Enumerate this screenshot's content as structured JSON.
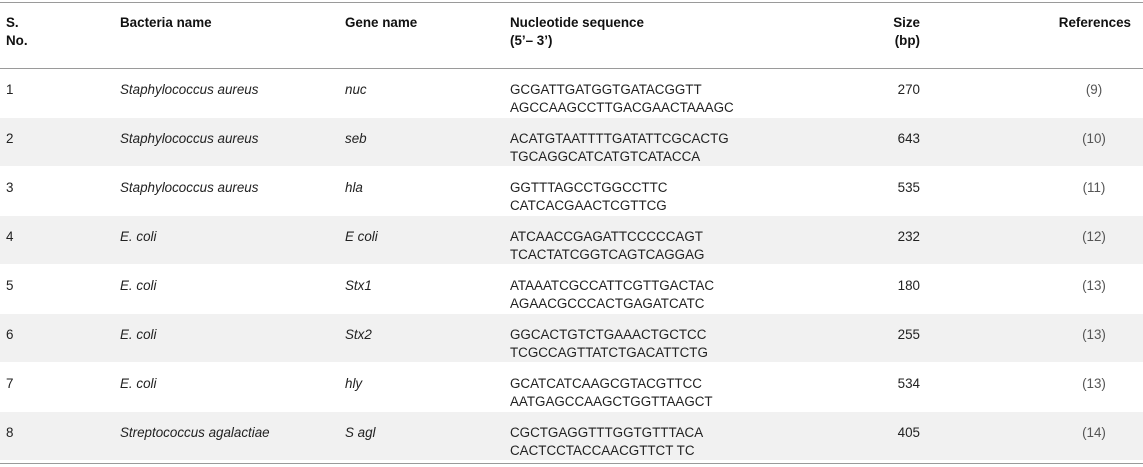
{
  "header": {
    "no_line1": "S.",
    "no_line2": "No.",
    "bacteria": "Bacteria name",
    "gene": "Gene name",
    "seq_line1": "Nucleotide sequence",
    "seq_line2": "(5’– 3’)",
    "size_line1": "Size",
    "size_line2": "(bp)",
    "refs": "References"
  },
  "rows": [
    {
      "no": "1",
      "bacteria": "Staphylococcus aureus",
      "gene": "nuc",
      "seq1": "GCGATTGATGGTGATACGGTT",
      "seq2": "AGCCAAGCCTTGACGAACTAAAGC",
      "size": "270",
      "ref": "(9)"
    },
    {
      "no": "2",
      "bacteria": "Staphylococcus aureus",
      "gene": "seb",
      "seq1": "ACATGTAATTTTGATATTCGCACTG",
      "seq2": "TGCAGGCATCATGTCATACCA",
      "size": "643",
      "ref": "(10)"
    },
    {
      "no": "3",
      "bacteria": "Staphylococcus aureus",
      "gene": "hla",
      "seq1": "GGTTTAGCCTGGCCTTC",
      "seq2": "CATCACGAACTCGTTCG",
      "size": "535",
      "ref": "(11)"
    },
    {
      "no": "4",
      "bacteria": "E. coli",
      "gene": "E coli",
      "seq1": "ATCAACCGAGATTCCCCCAGT",
      "seq2": "TCACTATCGGTCAGTCAGGAG",
      "size": "232",
      "ref": "(12)"
    },
    {
      "no": "5",
      "bacteria": "E. coli",
      "gene": "Stx1",
      "seq1": "ATAAATCGCCATTCGTTGACTAC",
      "seq2": "AGAACGCCCACTGAGATCATC",
      "size": "180",
      "ref": "(13)"
    },
    {
      "no": "6",
      "bacteria": "E. coli",
      "gene": "Stx2",
      "seq1": "GGCACTGTCTGAAACTGCTCC",
      "seq2": "TCGCCAGTTATCTGACATTCTG",
      "size": "255",
      "ref": "(13)"
    },
    {
      "no": "7",
      "bacteria": "E. coli",
      "gene": "hly",
      "seq1": "GCATCATCAAGCGTACGTTCC",
      "seq2": "AATGAGCCAAGCTGGTTAAGCT",
      "size": "534",
      "ref": "(13)"
    },
    {
      "no": "8",
      "bacteria": "Streptococcus agalactiae",
      "gene": "S agl",
      "seq1": "CGCTGAGGTTTGGTGTTTACA",
      "seq2": "CACTCCTACCAACGTTCT TC",
      "size": "405",
      "ref": "(14)"
    }
  ]
}
